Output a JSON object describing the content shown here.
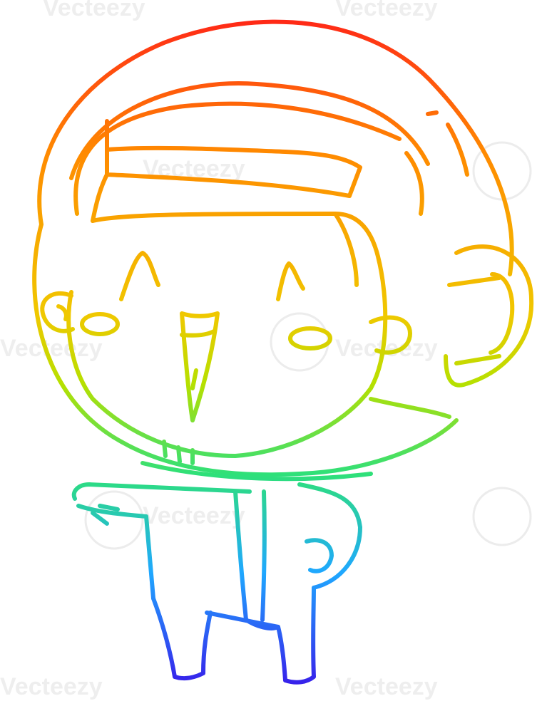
{
  "watermark": {
    "text": "Vecteezy"
  },
  "gradient": {
    "top": "#ff1a1a",
    "upper": "#ff8a00",
    "middle": "#b6e000",
    "mid_low": "#2ee07a",
    "lower": "#1fa8ff",
    "bottom": "#3a10e8"
  },
  "subject": "cartoon happy astronaut pointing, rainbow gradient line art",
  "icons": [
    "astronaut-illustration",
    "vecteezy-v-logo-icon"
  ]
}
